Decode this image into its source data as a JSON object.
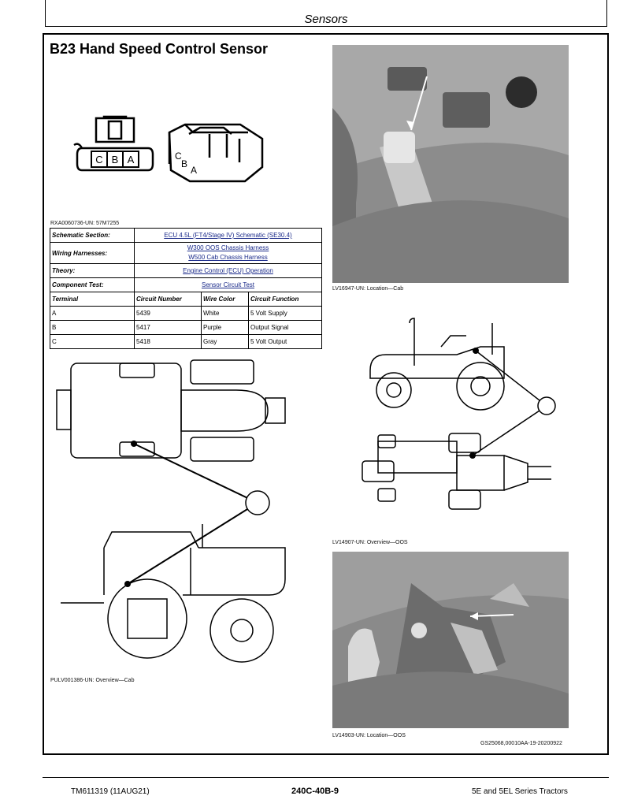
{
  "header": {
    "section": "Sensors"
  },
  "title": "B23 Hand Speed Control Sensor",
  "connector": {
    "front_letters": [
      "C",
      "B",
      "A"
    ],
    "side_letters": [
      "C",
      "B",
      "A"
    ]
  },
  "figure_ref": "RXA0060736-UN: 57M7255",
  "info_table": {
    "schematic_section_label": "Schematic Section:",
    "schematic_section_value": "ECU 4.5L (FT4/Stage IV) Schematic (SE30.4)",
    "wiring_harnesses_label": "Wiring Harnesses:",
    "wiring_harness_1": "W300 OOS Chassis Harness",
    "wiring_harness_2": "W500 Cab Chassis Harness",
    "theory_label": "Theory:",
    "theory_value": "Engine Control (ECU) Operation",
    "component_test_label": "Component Test:",
    "component_test_value": "Sensor Circuit Test",
    "columns": [
      "Terminal",
      "Circuit Number",
      "Wire Color",
      "Circuit Function"
    ],
    "rows": [
      {
        "terminal": "A",
        "circuit": "5439",
        "color": "White",
        "function": "5 Volt Supply"
      },
      {
        "terminal": "B",
        "circuit": "5417",
        "color": "Purple",
        "function": "Output Signal"
      },
      {
        "terminal": "C",
        "circuit": "5418",
        "color": "Gray",
        "function": "5 Volt Output"
      }
    ]
  },
  "captions": {
    "photo_cab": "LV16947-UN: Location—Cab",
    "overview_oos": "LV14907-UN: Overview—OOS",
    "overview_cab": "PULV001386-UN: Overview—Cab",
    "photo_oos": "LV14903-UN: Location—OOS",
    "doc_id": "GS25068,00010AA-19-20200922"
  },
  "footer": {
    "left": "TM611319 (11AUG21)",
    "center": "240C-40B-9",
    "right": "5E and 5EL Series Tractors"
  }
}
